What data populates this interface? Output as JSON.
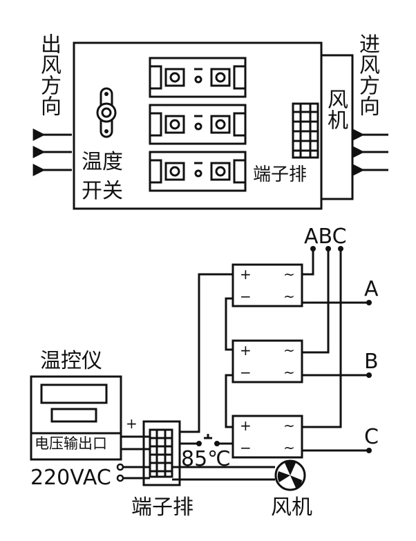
{
  "top_diagram": {
    "outlet_label": "出风方向",
    "inlet_label": "进风方向",
    "fan_label": "风机",
    "thermo_switch_line1": "温度",
    "thermo_switch_line2": "开关",
    "terminal_block_label": "端子排"
  },
  "bottom_diagram": {
    "controller_title": "温控仪",
    "voltage_output_label": "电压输出口",
    "plus_sign": "+",
    "minus_sign": "−",
    "power_label": "220VAC",
    "terminal_block_label": "端子排",
    "fan_label": "风机",
    "temp_switch_label": "85℃",
    "input_phase_label": "ABC",
    "output_a": "A",
    "output_b": "B",
    "output_c": "C",
    "ssr_plus": "+",
    "ssr_minus": "−",
    "ssr_tilde": "~"
  },
  "colors": {
    "line": "#111111",
    "background": "#ffffff"
  }
}
